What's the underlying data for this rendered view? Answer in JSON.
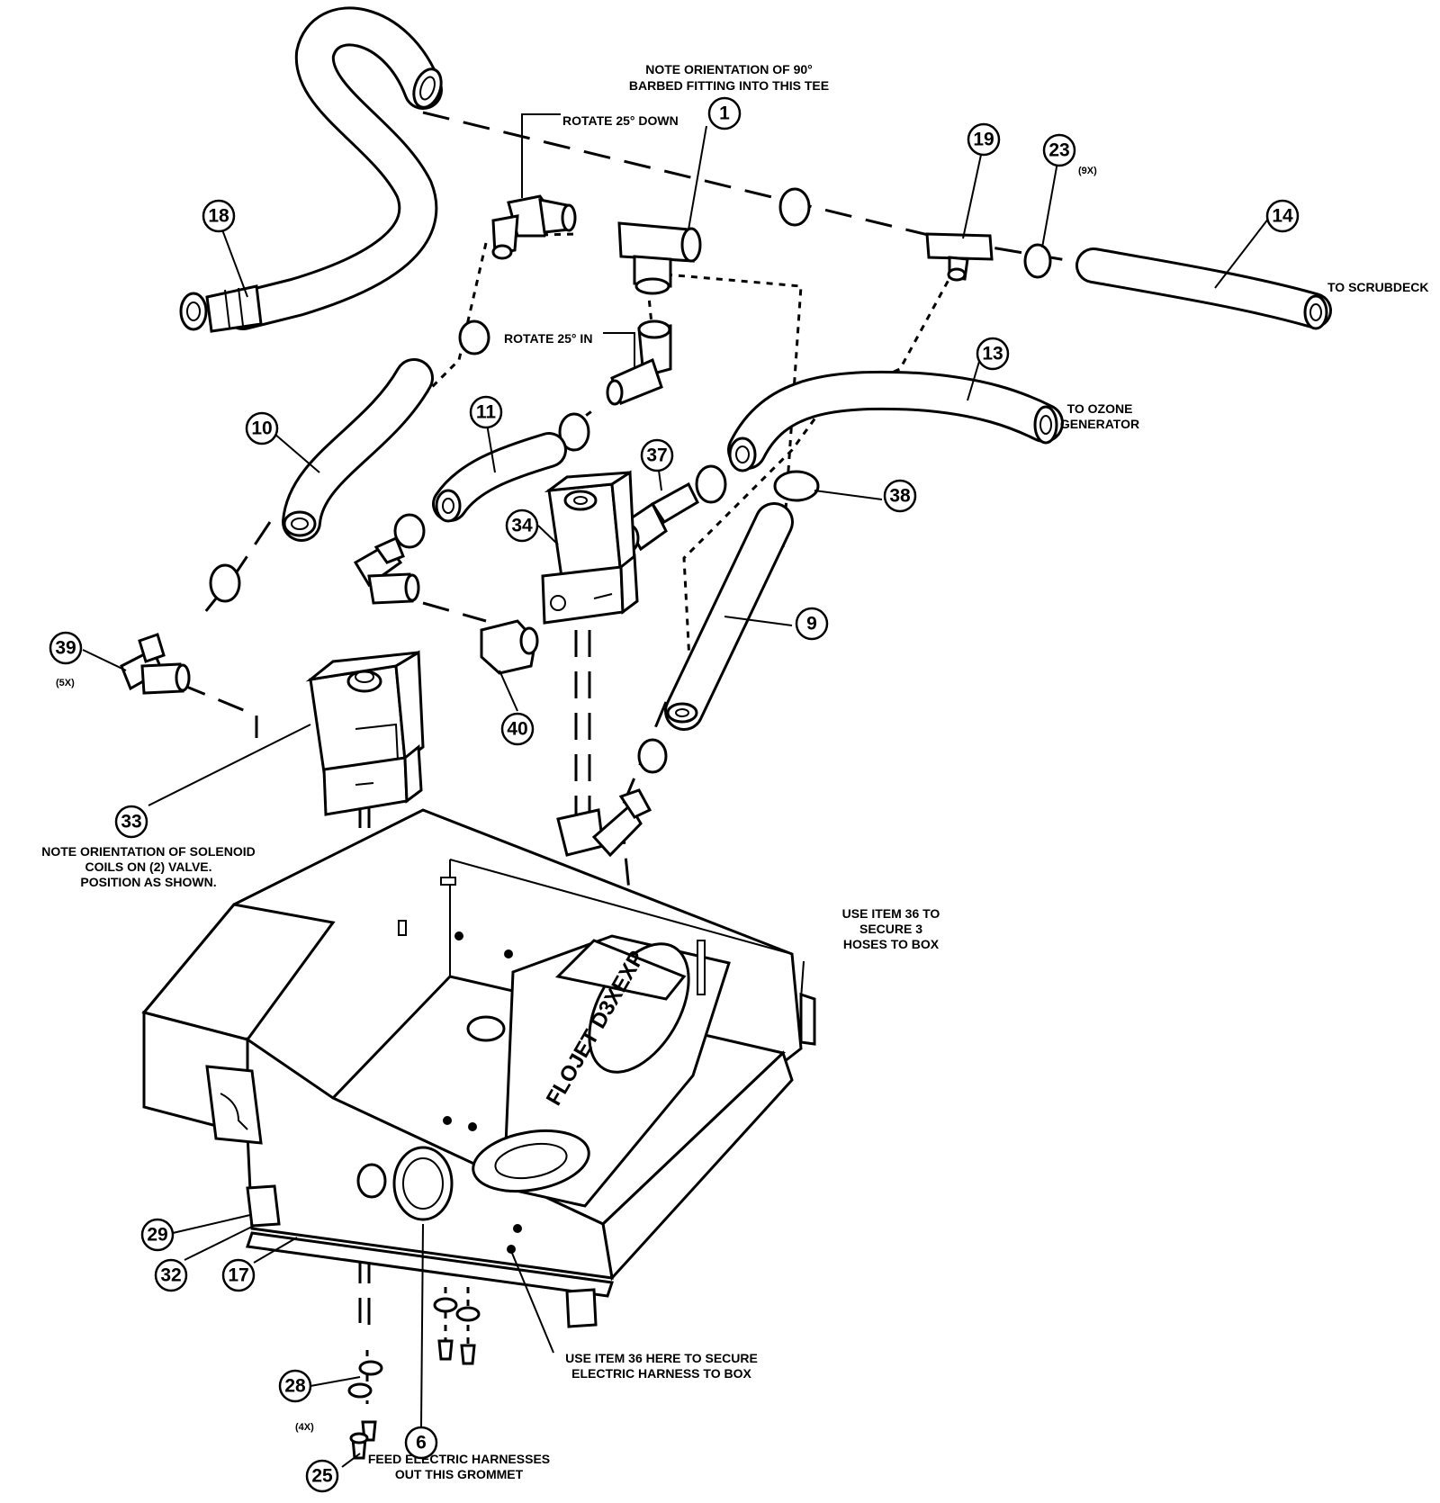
{
  "notes": {
    "orientation_tee_1": "NOTE ORIENTATION OF 90°",
    "orientation_tee_2": "BARBED FITTING INTO THIS TEE",
    "rotate_down": "ROTATE 25° DOWN",
    "rotate_in": "ROTATE 25° IN",
    "qty_9x": "(9X)",
    "qty_5x": "(5X)",
    "qty_4x": "(4X)",
    "to_scrubdeck": "TO SCRUBDECK",
    "to_ozone_1": "TO OZONE",
    "to_ozone_2": "GENERATOR",
    "solenoid_1": "NOTE ORIENTATION OF SOLENOID",
    "solenoid_2": "COILS ON (2) VALVE.",
    "solenoid_3": "POSITION AS SHOWN.",
    "secure_hoses_1": "USE ITEM 36 TO",
    "secure_hoses_2": "SECURE 3",
    "secure_hoses_3": "HOSES TO BOX",
    "secure_harness_1": "USE ITEM 36 HERE TO SECURE",
    "secure_harness_2": "ELECTRIC HARNESS TO BOX",
    "grommet_1": "FEED ELECTRIC HARNESSES",
    "grommet_2": "OUT THIS GROMMET",
    "pump_label": "FLOJET D3XEXP"
  },
  "balloons": [
    {
      "id": "b1",
      "label": "1"
    },
    {
      "id": "b19",
      "label": "19"
    },
    {
      "id": "b23",
      "label": "23"
    },
    {
      "id": "b14",
      "label": "14"
    },
    {
      "id": "b18",
      "label": "18"
    },
    {
      "id": "b13",
      "label": "13"
    },
    {
      "id": "b10",
      "label": "10"
    },
    {
      "id": "b11",
      "label": "11"
    },
    {
      "id": "b37",
      "label": "37"
    },
    {
      "id": "b38",
      "label": "38"
    },
    {
      "id": "b34",
      "label": "34"
    },
    {
      "id": "b9",
      "label": "9"
    },
    {
      "id": "b39",
      "label": "39"
    },
    {
      "id": "b40",
      "label": "40"
    },
    {
      "id": "b33",
      "label": "33"
    },
    {
      "id": "b29",
      "label": "29"
    },
    {
      "id": "b32",
      "label": "32"
    },
    {
      "id": "b17",
      "label": "17"
    },
    {
      "id": "b28",
      "label": "28"
    },
    {
      "id": "b6",
      "label": "6"
    },
    {
      "id": "b25",
      "label": "25"
    }
  ]
}
